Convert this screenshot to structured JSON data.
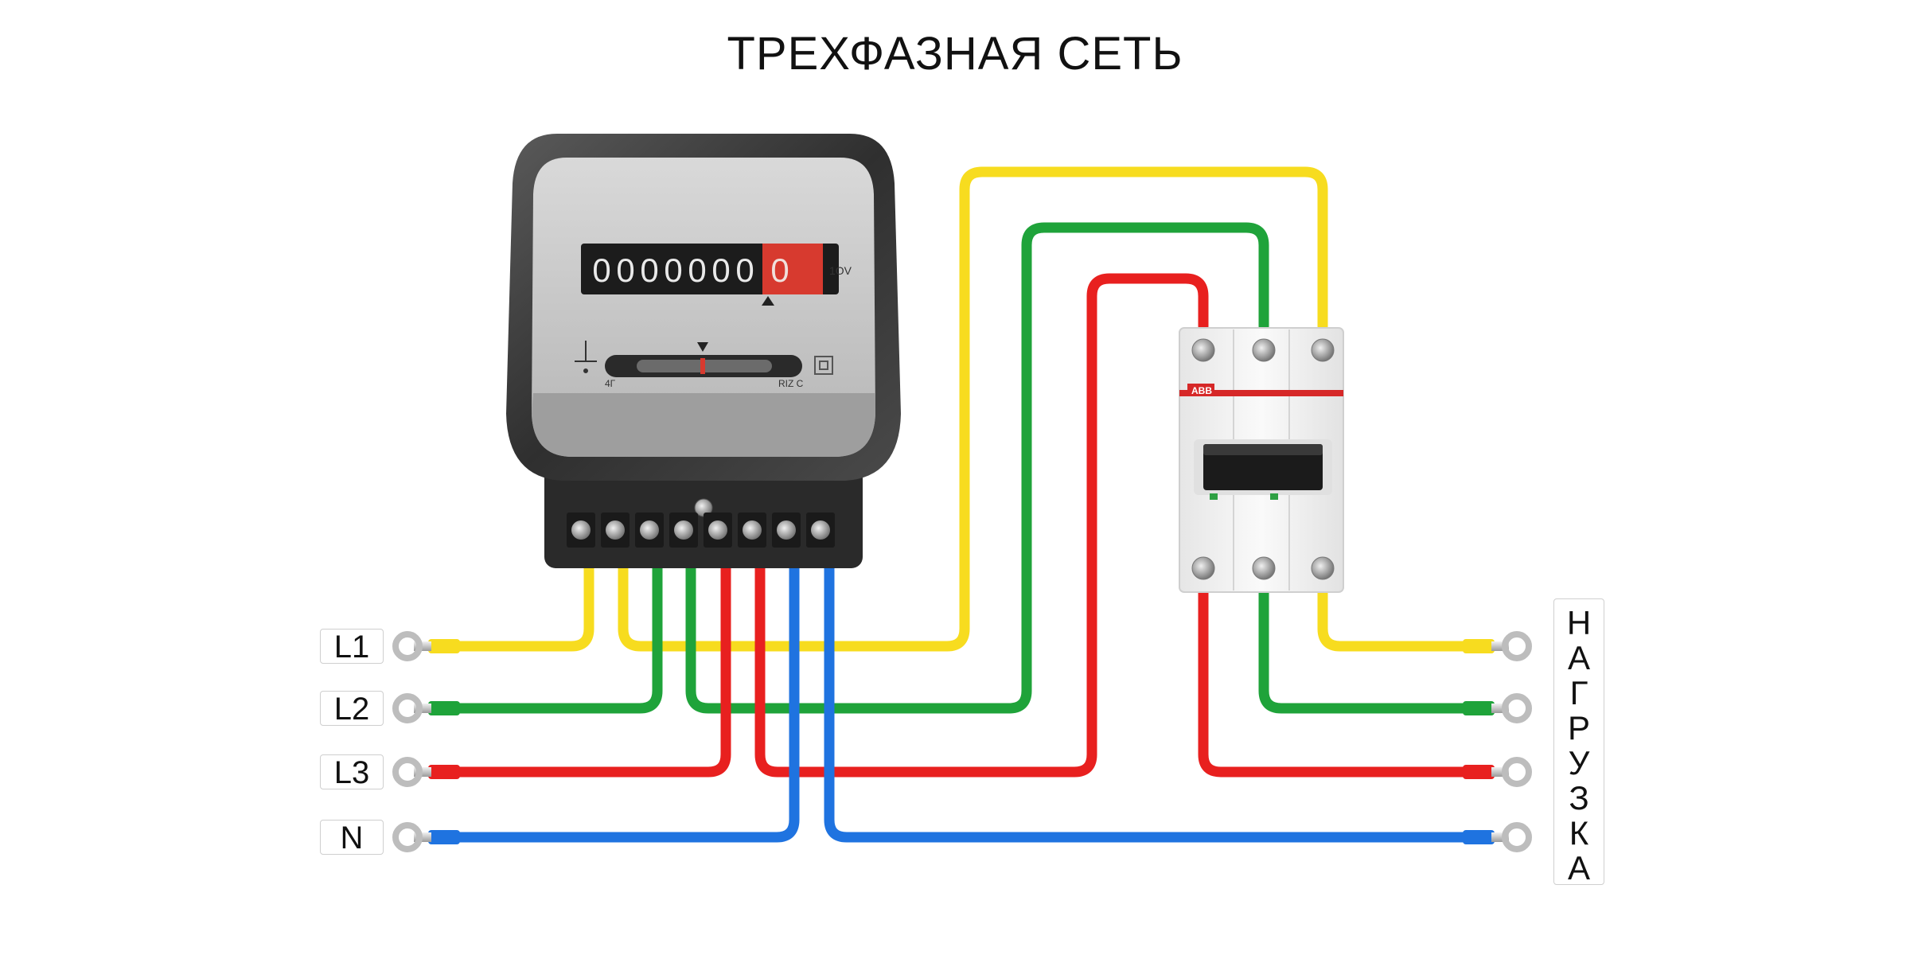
{
  "title": "ТРЕХФАЗНАЯ СЕТЬ",
  "inputs": [
    "L1",
    "L2",
    "L3",
    "N"
  ],
  "load_letters": [
    "Н",
    "А",
    "Г",
    "Р",
    "У",
    "З",
    "К",
    "А"
  ],
  "meter": {
    "counter_digits": [
      "0",
      "0",
      "0",
      "0",
      "0",
      "0",
      "0"
    ],
    "last_digit": "0",
    "side_label": "1ОV",
    "left_small": "4Г",
    "right_small": "RIZ C"
  },
  "breaker": {
    "brand": "ABB"
  },
  "colors": {
    "l1": "#f7dc1f",
    "l2": "#1fa33a",
    "l3": "#e8201f",
    "n": "#1f73e0",
    "meter_body": "#3b3b3b",
    "terminal_block": "#2a2a2a",
    "breaker_accent": "#d62828"
  }
}
